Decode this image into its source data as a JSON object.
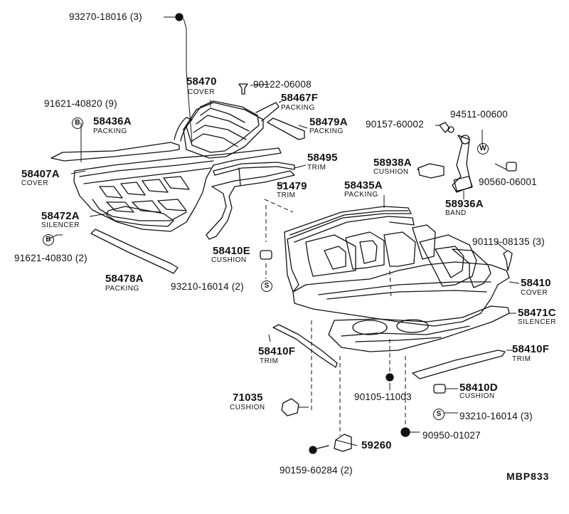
{
  "diagram": {
    "ref_code": "MBP833",
    "callouts": [
      {
        "id": "c93270",
        "part": "93270-18016 (3)"
      },
      {
        "id": "c58470",
        "part": "58470",
        "desc": "COVER"
      },
      {
        "id": "c90122",
        "part": "90122-06008"
      },
      {
        "id": "c58467F",
        "part": "58467F",
        "desc": "PACKING"
      },
      {
        "id": "c91621a",
        "part": "91621-40820 (9)"
      },
      {
        "id": "c58436A",
        "part": "58436A",
        "desc": "PACKING"
      },
      {
        "id": "c58479A",
        "part": "58479A",
        "desc": "PACKING"
      },
      {
        "id": "c58407A",
        "part": "58407A",
        "desc": "COVER"
      },
      {
        "id": "c58495",
        "part": "58495",
        "desc": "TRIM"
      },
      {
        "id": "c51479",
        "part": "51479",
        "desc": "TRIM"
      },
      {
        "id": "c58472A",
        "part": "58472A",
        "desc": "SILENCER"
      },
      {
        "id": "c91621b",
        "part": "91621-40830 (2)"
      },
      {
        "id": "c58478A",
        "part": "58478A",
        "desc": "PACKING"
      },
      {
        "id": "c58410E",
        "part": "58410E",
        "desc": "CUSHION"
      },
      {
        "id": "c93210a",
        "part": "93210-16014 (2)"
      },
      {
        "id": "c90157",
        "part": "90157-60002"
      },
      {
        "id": "c94511",
        "part": "94511-00600"
      },
      {
        "id": "c58938A",
        "part": "58938A",
        "desc": "CUSHION"
      },
      {
        "id": "c90560",
        "part": "90560-06001"
      },
      {
        "id": "c58936A",
        "part": "58936A",
        "desc": "BAND"
      },
      {
        "id": "c58435A",
        "part": "58435A",
        "desc": "PACKING"
      },
      {
        "id": "c90119",
        "part": "90119-08135 (3)"
      },
      {
        "id": "c58410",
        "part": "58410",
        "desc": "COVER"
      },
      {
        "id": "c58471C",
        "part": "58471C",
        "desc": "SILENCER"
      },
      {
        "id": "c58410Fa",
        "part": "58410F",
        "desc": "TRIM"
      },
      {
        "id": "c58410Fb",
        "part": "58410F",
        "desc": "TRIM"
      },
      {
        "id": "c90105",
        "part": "90105-11003"
      },
      {
        "id": "c58410D",
        "part": "58410D",
        "desc": "CUSHION"
      },
      {
        "id": "c93210b",
        "part": "93210-16014 (3)"
      },
      {
        "id": "c71035",
        "part": "71035",
        "desc": "CUSHION"
      },
      {
        "id": "c59260",
        "part": "59260"
      },
      {
        "id": "c90950",
        "part": "90950-01027"
      },
      {
        "id": "c90159",
        "part": "90159-60284 (2)"
      }
    ],
    "badges": {
      "b1": "B",
      "b2": "B",
      "w1": "W",
      "s1": "S",
      "s2": "S"
    }
  }
}
